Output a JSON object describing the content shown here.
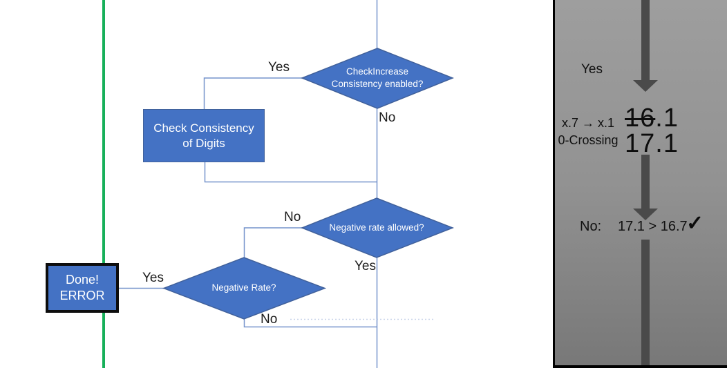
{
  "colors": {
    "shape_blue": "#4472c4",
    "shape_border": "#41619b",
    "connector_blue": "#7593cb",
    "green_line": "#17b05a",
    "panel_arrow_gray": "#4a4a4a"
  },
  "flowchart": {
    "top_decision_label": "CheckIncrease Consistency enabled?",
    "mid_decision_label": "Negative rate allowed?",
    "bottom_decision_label": "Negative Rate?",
    "process_label": "Check Consistency of Digits",
    "terminal_line1": "Done!",
    "terminal_line2": "ERROR",
    "branch_labels": {
      "top_yes": "Yes",
      "top_no": "No",
      "mid_no": "No",
      "mid_yes": "Yes",
      "bottom_yes": "Yes",
      "bottom_no": "No"
    }
  },
  "side_panel": {
    "yes_label": "Yes",
    "mapping_note": "x.7 → x.1",
    "crossing_note": "0-Crossing",
    "old_value_struck": "16",
    "old_value_tail": ".1",
    "new_value": "17.1",
    "result_prefix": "No:",
    "result_comparison": "17.1 > 16.7",
    "checkmark": "✓"
  }
}
